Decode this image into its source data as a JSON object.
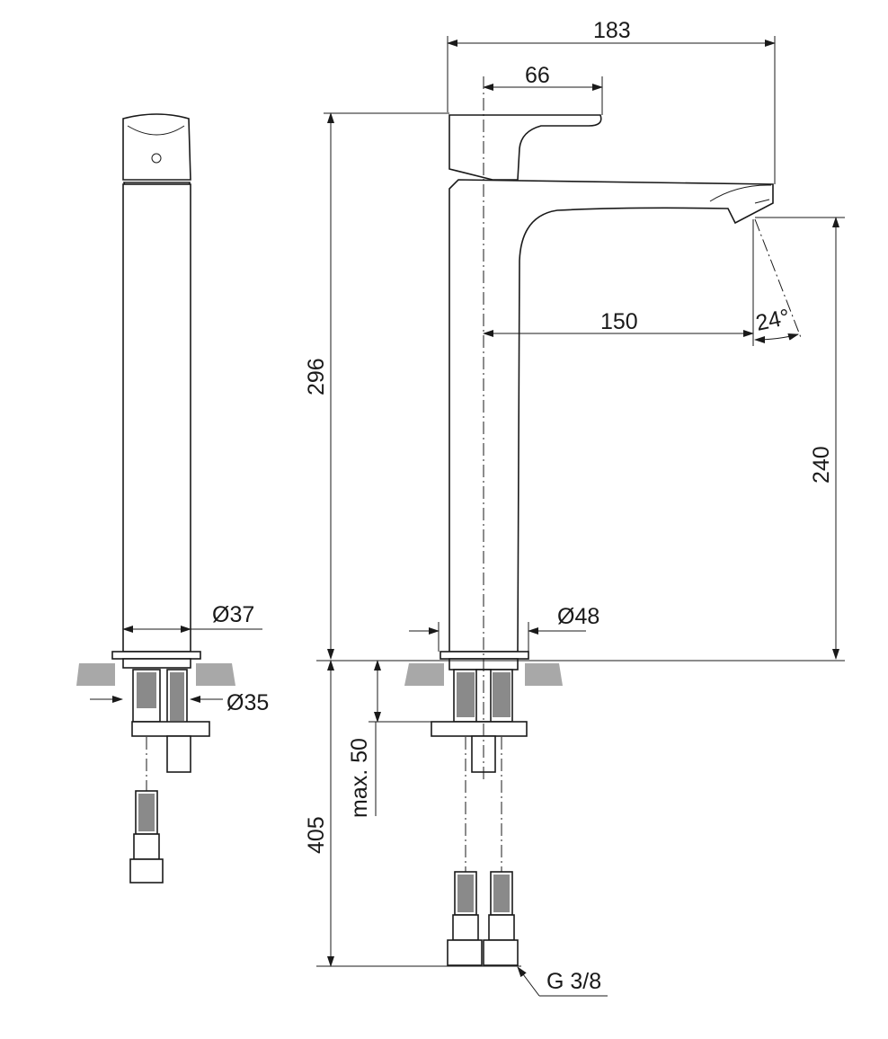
{
  "dimensions": {
    "width_total": "183",
    "lever_reach": "66",
    "spout_reach": "150",
    "total_height": "296",
    "spout_height": "240",
    "spray_angle": "24°",
    "body_diameter_side": "Ø37",
    "hole_diameter": "Ø35",
    "body_diameter_front": "Ø48",
    "max_deck": "max. 50",
    "hose_length": "405",
    "thread": "G 3/8"
  },
  "colors": {
    "line": "#1a1a1a",
    "hatch": "#8a8a8a",
    "ground": "#a8a8a8",
    "background": "#ffffff"
  }
}
